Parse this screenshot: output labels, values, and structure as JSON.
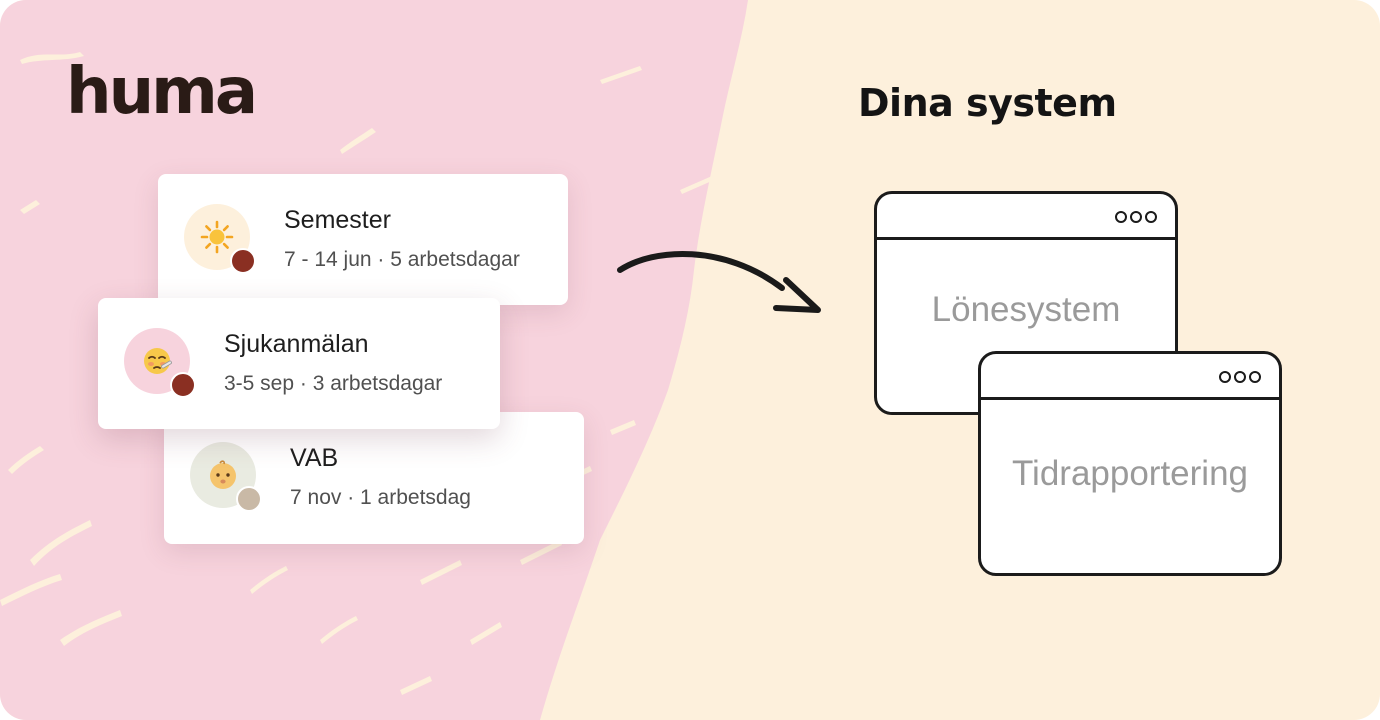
{
  "brand": {
    "logo_text": "huma",
    "colors": {
      "pink": "#f7d3dd",
      "cream": "#fdf0dc",
      "logo": "#2a1b16",
      "ink": "#1b1b1b"
    }
  },
  "leave_cards": [
    {
      "icon": "sun-icon",
      "icon_bg": "#fdf0dc",
      "title": "Semester",
      "subtitle": "7 - 14 jun · 5 arbetsdagar",
      "avatar_color": "#8a2f22"
    },
    {
      "icon": "sick-face-icon",
      "icon_bg": "#f7d3dd",
      "title": "Sjukanmälan",
      "subtitle": "3-5 sep · 3 arbetsdagar",
      "avatar_color": "#8a2f22"
    },
    {
      "icon": "baby-face-icon",
      "icon_bg": "#e9ebe1",
      "title": "VAB",
      "subtitle": "7 nov · 1 arbetsdag",
      "avatar_color": "#c9b9a6"
    }
  ],
  "systems": {
    "title": "Dina system",
    "windows": [
      {
        "label": "Lönesystem"
      },
      {
        "label": "Tidrapportering"
      }
    ]
  }
}
